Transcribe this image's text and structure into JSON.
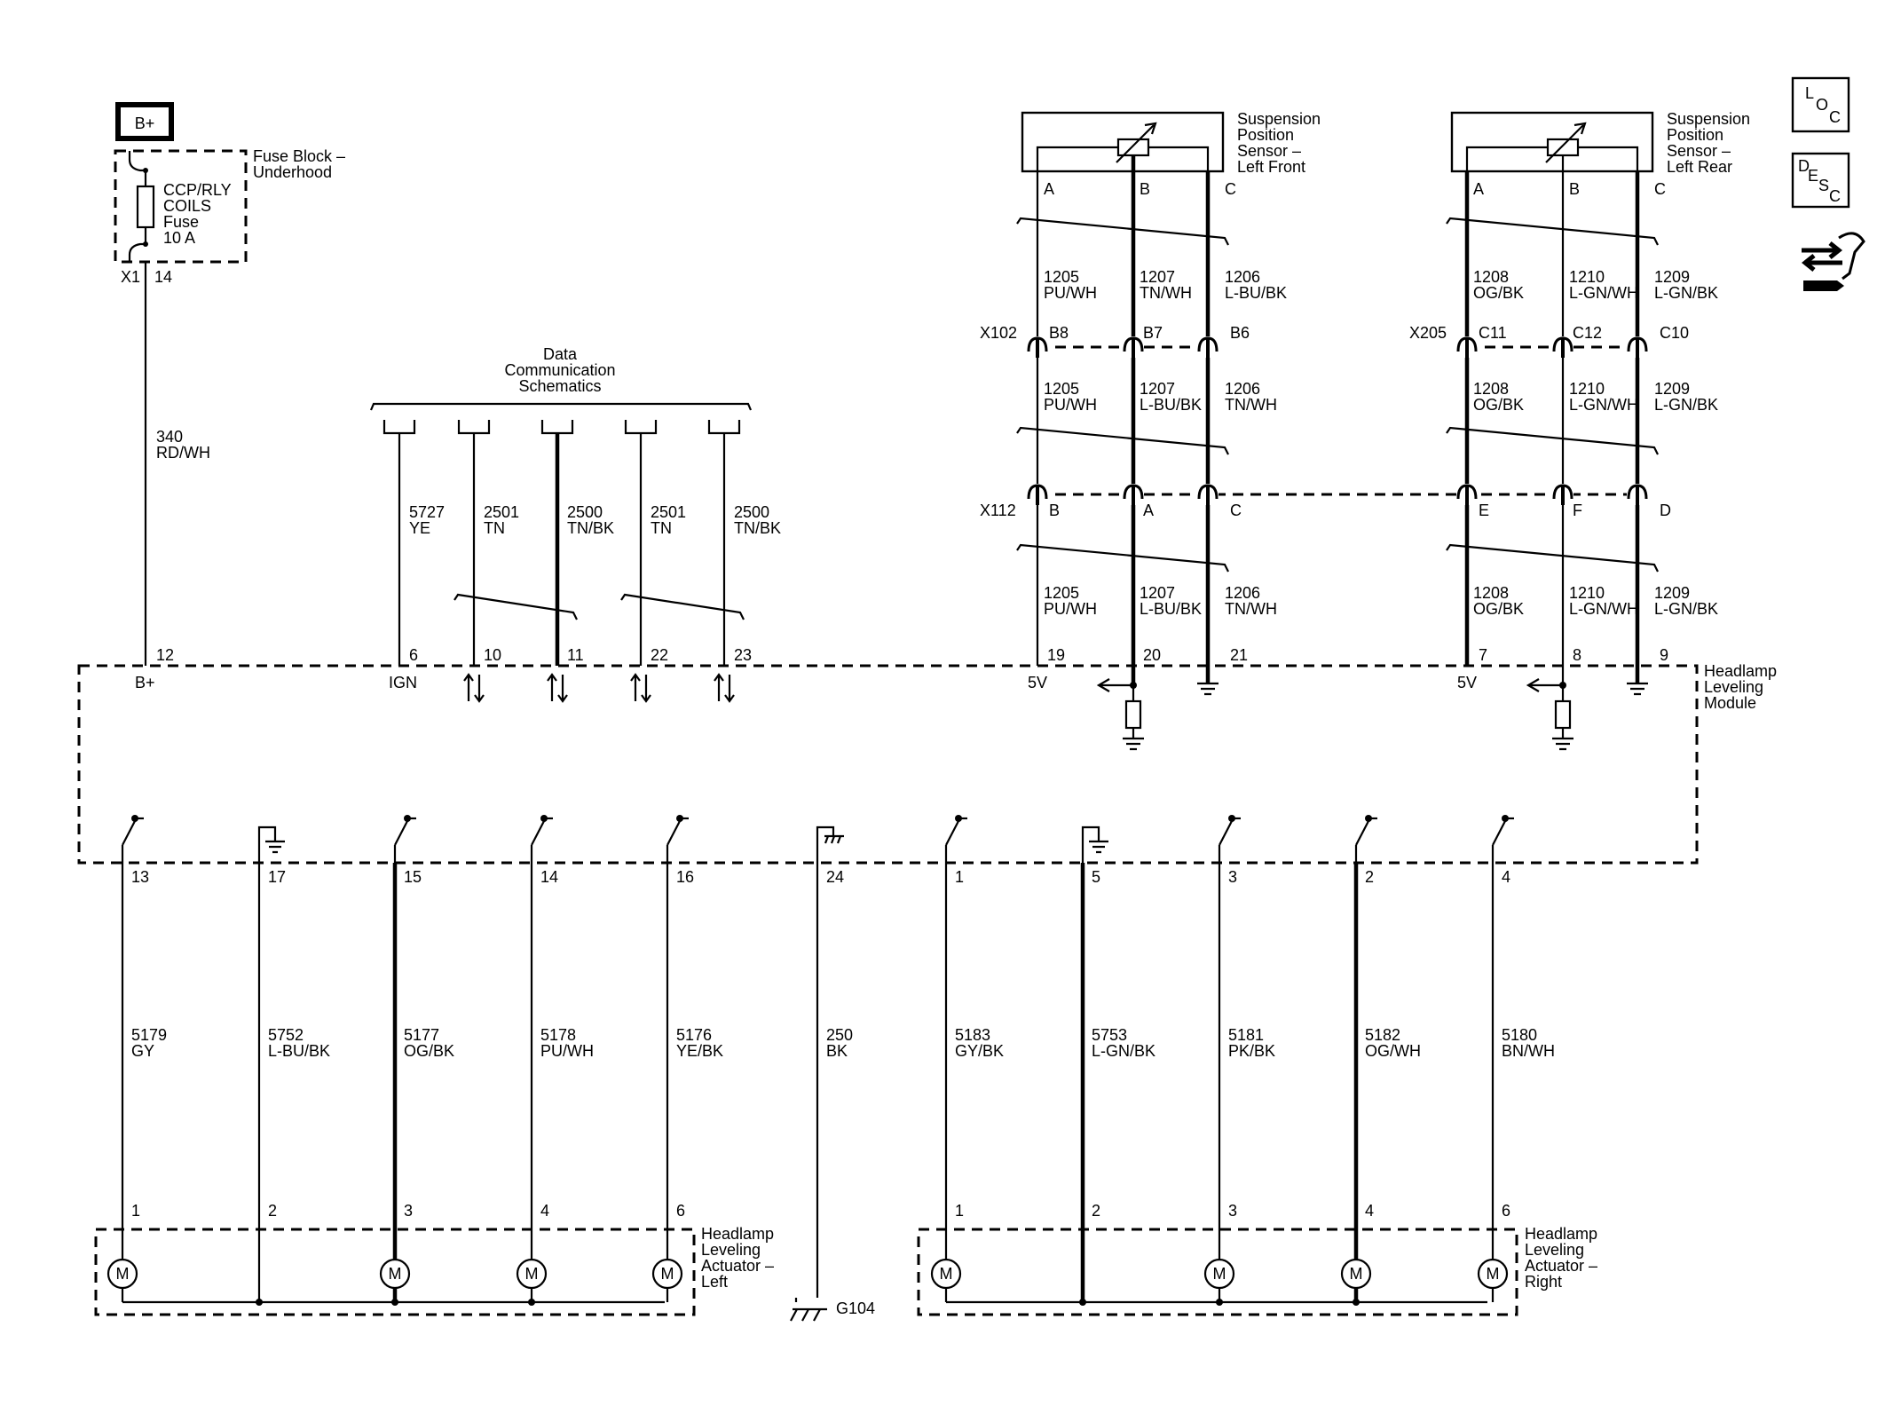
{
  "power": {
    "label": "B+",
    "fuse_block": [
      "Fuse Block –",
      "Underhood"
    ],
    "fuse": [
      "CCP/RLY",
      "COILS",
      "Fuse",
      "10 A"
    ],
    "conn": "X1",
    "pin": "14",
    "wire_num": "340",
    "wire_color": "RD/WH"
  },
  "data_comm": {
    "title": [
      "Data",
      "Communication",
      "Schematics"
    ],
    "wires": [
      {
        "num": "5727",
        "color": "YE",
        "pin": "6"
      },
      {
        "num": "2501",
        "color": "TN",
        "pin": "10"
      },
      {
        "num": "2500",
        "color": "TN/BK",
        "pin": "11"
      },
      {
        "num": "2501",
        "color": "TN",
        "pin": "22"
      },
      {
        "num": "2500",
        "color": "TN/BK",
        "pin": "23"
      }
    ]
  },
  "module": {
    "name": [
      "Headlamp",
      "Leveling",
      "Module"
    ],
    "bplus_pin": "12",
    "bplus_label": "B+",
    "ign_label": "IGN",
    "v5_label": "5V"
  },
  "sensor_front": {
    "name": [
      "Suspension",
      "Position",
      "Sensor –",
      "Left Front"
    ],
    "pins": [
      "A",
      "B",
      "C"
    ],
    "wires_top": [
      {
        "num": "1205",
        "color": "PU/WH"
      },
      {
        "num": "1207",
        "color": "TN/WH"
      },
      {
        "num": "1206",
        "color": "L-BU/BK"
      }
    ],
    "x102": {
      "label": "X102",
      "pins": [
        "B8",
        "B7",
        "B6"
      ]
    },
    "wires_mid": [
      {
        "num": "1205",
        "color": "PU/WH"
      },
      {
        "num": "1207",
        "color": "L-BU/BK"
      },
      {
        "num": "1206",
        "color": "TN/WH"
      }
    ],
    "x112": {
      "label": "X112",
      "pins": [
        "B",
        "A",
        "C"
      ]
    },
    "wires_bot": [
      {
        "num": "1205",
        "color": "PU/WH"
      },
      {
        "num": "1207",
        "color": "L-BU/BK"
      },
      {
        "num": "1206",
        "color": "TN/WH"
      }
    ],
    "module_pins": [
      "19",
      "20",
      "21"
    ]
  },
  "sensor_rear": {
    "name": [
      "Suspension",
      "Position",
      "Sensor –",
      "Left Rear"
    ],
    "pins": [
      "A",
      "B",
      "C"
    ],
    "wires_top": [
      {
        "num": "1208",
        "color": "OG/BK"
      },
      {
        "num": "1210",
        "color": "L-GN/WH"
      },
      {
        "num": "1209",
        "color": "L-GN/BK"
      }
    ],
    "x205": {
      "label": "X205",
      "pins": [
        "C11",
        "C12",
        "C10"
      ]
    },
    "wires_mid": [
      {
        "num": "1208",
        "color": "OG/BK"
      },
      {
        "num": "1210",
        "color": "L-GN/WH"
      },
      {
        "num": "1209",
        "color": "L-GN/BK"
      }
    ],
    "x112_pins": [
      "E",
      "F",
      "D"
    ],
    "wires_bot": [
      {
        "num": "1208",
        "color": "OG/BK"
      },
      {
        "num": "1210",
        "color": "L-GN/WH"
      },
      {
        "num": "1209",
        "color": "L-GN/BK"
      }
    ],
    "module_pins": [
      "7",
      "8",
      "9"
    ]
  },
  "outputs": [
    {
      "pin": "13",
      "num": "5179",
      "color": "GY",
      "act_pin": "1"
    },
    {
      "pin": "17",
      "num": "5752",
      "color": "L-BU/BK",
      "act_pin": "2"
    },
    {
      "pin": "15",
      "num": "5177",
      "color": "OG/BK",
      "act_pin": "3"
    },
    {
      "pin": "14",
      "num": "5178",
      "color": "PU/WH",
      "act_pin": "4"
    },
    {
      "pin": "16",
      "num": "5176",
      "color": "YE/BK",
      "act_pin": "6"
    },
    {
      "pin": "24",
      "num": "250",
      "color": "BK",
      "act_pin": ""
    },
    {
      "pin": "1",
      "num": "5183",
      "color": "GY/BK",
      "act_pin": "1"
    },
    {
      "pin": "5",
      "num": "5753",
      "color": "L-GN/BK",
      "act_pin": "2"
    },
    {
      "pin": "3",
      "num": "5181",
      "color": "PK/BK",
      "act_pin": "3"
    },
    {
      "pin": "2",
      "num": "5182",
      "color": "OG/WH",
      "act_pin": "4"
    },
    {
      "pin": "4",
      "num": "5180",
      "color": "BN/WH",
      "act_pin": "6"
    }
  ],
  "actuator_left": [
    "Headlamp",
    "Leveling",
    "Actuator –",
    "Left"
  ],
  "actuator_right": [
    "Headlamp",
    "Leveling",
    "Actuator –",
    "Right"
  ],
  "ground": "G104",
  "motor_label": "M",
  "icons": {
    "loc": [
      "L",
      "O",
      "C"
    ],
    "desc": [
      "D",
      "E",
      "S",
      "C"
    ],
    "nav": "connector-tool-icon"
  }
}
